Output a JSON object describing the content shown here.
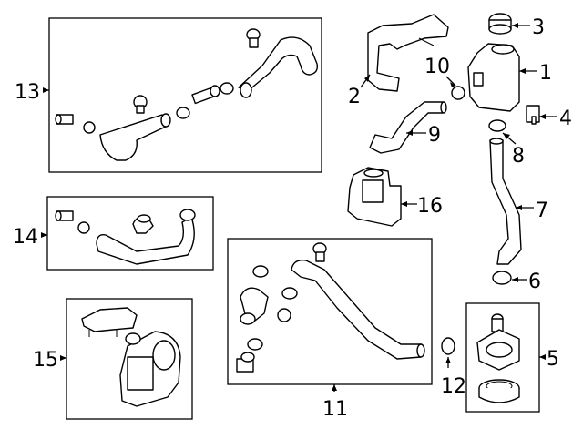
{
  "callouts": {
    "c1": "1",
    "c2": "2",
    "c3": "3",
    "c4": "4",
    "c5": "5",
    "c6": "6",
    "c7": "7",
    "c8": "8",
    "c9": "9",
    "c10": "10",
    "c11": "11",
    "c12": "12",
    "c13": "13",
    "c14": "14",
    "c15": "15",
    "c16": "16"
  },
  "colors": {
    "line": "#000000",
    "background": "#ffffff"
  }
}
